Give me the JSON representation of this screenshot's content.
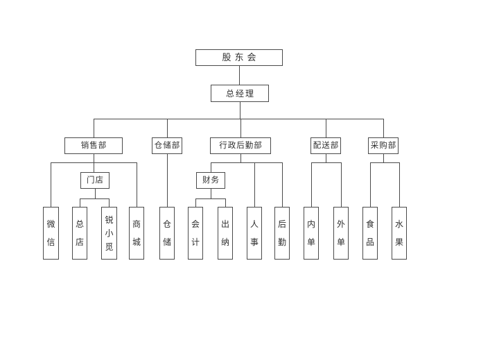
{
  "page": {
    "background_color": "#ffffff",
    "line_color": "#4a4a4a",
    "diagram_type": "org-chart"
  },
  "nodes": {
    "shareholders_meeting": {
      "label": "股东会"
    },
    "general_manager": {
      "label": "总经理"
    },
    "sales_dept": {
      "label": "销售部"
    },
    "warehouse_dept": {
      "label": "仓储部"
    },
    "admin_logistics_dept": {
      "label": "行政后勤部"
    },
    "delivery_dept": {
      "label": "配送部"
    },
    "purchasing_dept": {
      "label": "采购部"
    },
    "store": {
      "label": "门店"
    },
    "finance": {
      "label": "财务"
    },
    "wechat": {
      "label": "微信"
    },
    "main_store": {
      "label": "总店"
    },
    "rui_xiao_mi": {
      "label": "锐小觅"
    },
    "mall": {
      "label": "商城"
    },
    "warehouse": {
      "label": "仓储"
    },
    "accounting": {
      "label": "会计"
    },
    "cashier": {
      "label": "出纳"
    },
    "hr": {
      "label": "人事"
    },
    "logistics": {
      "label": "后勤"
    },
    "internal_orders": {
      "label": "内单"
    },
    "external_orders": {
      "label": "外单"
    },
    "food": {
      "label": "食品"
    },
    "fruit": {
      "label": "水果"
    }
  },
  "edges": [
    [
      "shareholders_meeting",
      "general_manager"
    ],
    [
      "general_manager",
      "sales_dept"
    ],
    [
      "general_manager",
      "warehouse_dept"
    ],
    [
      "general_manager",
      "admin_logistics_dept"
    ],
    [
      "general_manager",
      "delivery_dept"
    ],
    [
      "general_manager",
      "purchasing_dept"
    ],
    [
      "sales_dept",
      "wechat"
    ],
    [
      "sales_dept",
      "store"
    ],
    [
      "sales_dept",
      "mall"
    ],
    [
      "store",
      "main_store"
    ],
    [
      "store",
      "rui_xiao_mi"
    ],
    [
      "warehouse_dept",
      "warehouse"
    ],
    [
      "admin_logistics_dept",
      "finance"
    ],
    [
      "admin_logistics_dept",
      "hr"
    ],
    [
      "admin_logistics_dept",
      "logistics"
    ],
    [
      "finance",
      "accounting"
    ],
    [
      "finance",
      "cashier"
    ],
    [
      "delivery_dept",
      "internal_orders"
    ],
    [
      "delivery_dept",
      "external_orders"
    ],
    [
      "purchasing_dept",
      "food"
    ],
    [
      "purchasing_dept",
      "fruit"
    ]
  ]
}
